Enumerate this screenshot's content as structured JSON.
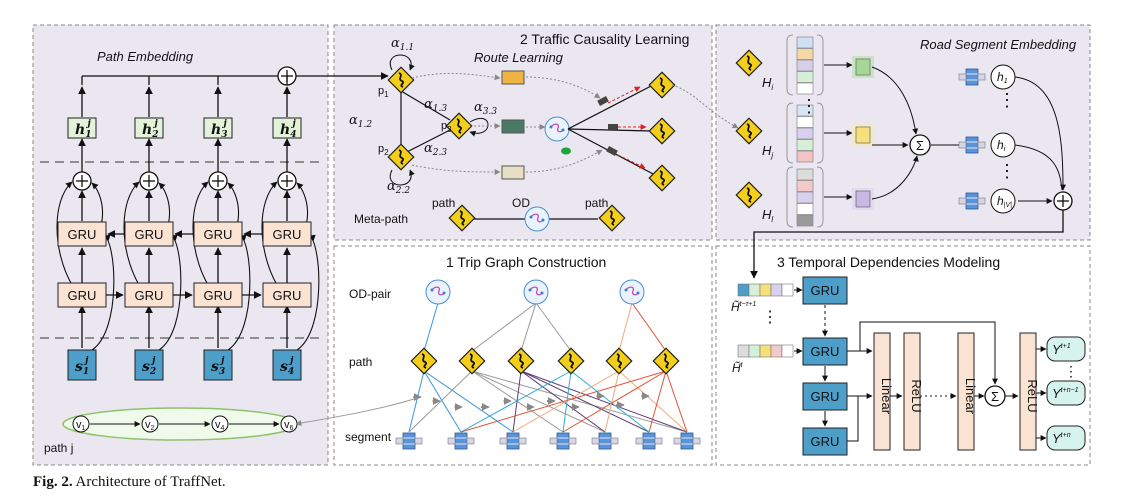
{
  "panels": {
    "path_embedding": {
      "title": "Path Embedding",
      "path_label": "path j"
    },
    "causality": {
      "title": "2 Traffic Causality Learning",
      "route_title": "Route Learning",
      "meta_path_label": "Meta-path",
      "path_label_left": "path",
      "od_label": "OD",
      "path_label_right": "path"
    },
    "road_segment": {
      "title": "Road Segment Embedding"
    },
    "trip_graph": {
      "title": "1 Trip Graph Construction",
      "row_od": "OD-pair",
      "row_path": "path",
      "row_segment": "segment"
    },
    "temporal": {
      "title": "3 Temporal Dependencies Modeling"
    }
  },
  "path_embedding": {
    "h_labels": [
      "h",
      "h",
      "h",
      "h"
    ],
    "h_subs": [
      "1",
      "2",
      "3",
      "4"
    ],
    "s_labels": [
      "s",
      "s",
      "s",
      "s"
    ],
    "s_subs": [
      "1",
      "2",
      "3",
      "4"
    ],
    "sup": "j",
    "gru_label": "GRU",
    "chain_nodes": [
      "v",
      "v",
      "v",
      "v"
    ],
    "chain_subs": [
      "1",
      "2",
      "4",
      "6"
    ]
  },
  "causality_labels": {
    "a11": "α",
    "a11_sub": "1.1",
    "a12": "α",
    "a12_sub": "1.2",
    "a13": "α",
    "a13_sub": "1.3",
    "a33": "α",
    "a33_sub": "3.3",
    "a23": "α",
    "a23_sub": "2.3",
    "a22": "α",
    "a22_sub": "2.2",
    "p1": "p",
    "p1_sub": "1",
    "p2": "p",
    "p2_sub": "2",
    "p3": "p",
    "p3_sub": "3"
  },
  "road_segment": {
    "H_label": "H",
    "H_subs": [
      "i",
      "j",
      "l"
    ],
    "h_nodes": [
      "h",
      "h",
      "h"
    ],
    "h_subs": [
      "1",
      "i",
      "|V|"
    ],
    "sum_symbol": "Σ"
  },
  "temporal": {
    "gru_label": "GRU",
    "input_top": "H̃",
    "input_top_sup": "t−τ+1",
    "input_bottom": "H̃",
    "input_bottom_sup": "t",
    "linear_label": "Linear",
    "relu_label": "ReLU",
    "outputs": [
      "Y",
      "Y",
      "Y"
    ],
    "output_sups": [
      "t+1",
      "t+n−1",
      "t+n"
    ],
    "sum_symbol": "Σ"
  },
  "caption": {
    "prefix": "Fig. 2.",
    "text": " Architecture of TraffNet."
  },
  "colors": {
    "panel_bg": "#ebe7f1",
    "panel_border": "#8a8a8a",
    "gru_fill": "#fbe3d3",
    "h_fill": "#e3f3d9",
    "s_fill": "#4d9fc9",
    "sign_fill": "#f3cf1b",
    "linear_fill": "#fbe3d3",
    "blue_box": "#4d9fc9",
    "out_fill": "#d6f3ee"
  }
}
